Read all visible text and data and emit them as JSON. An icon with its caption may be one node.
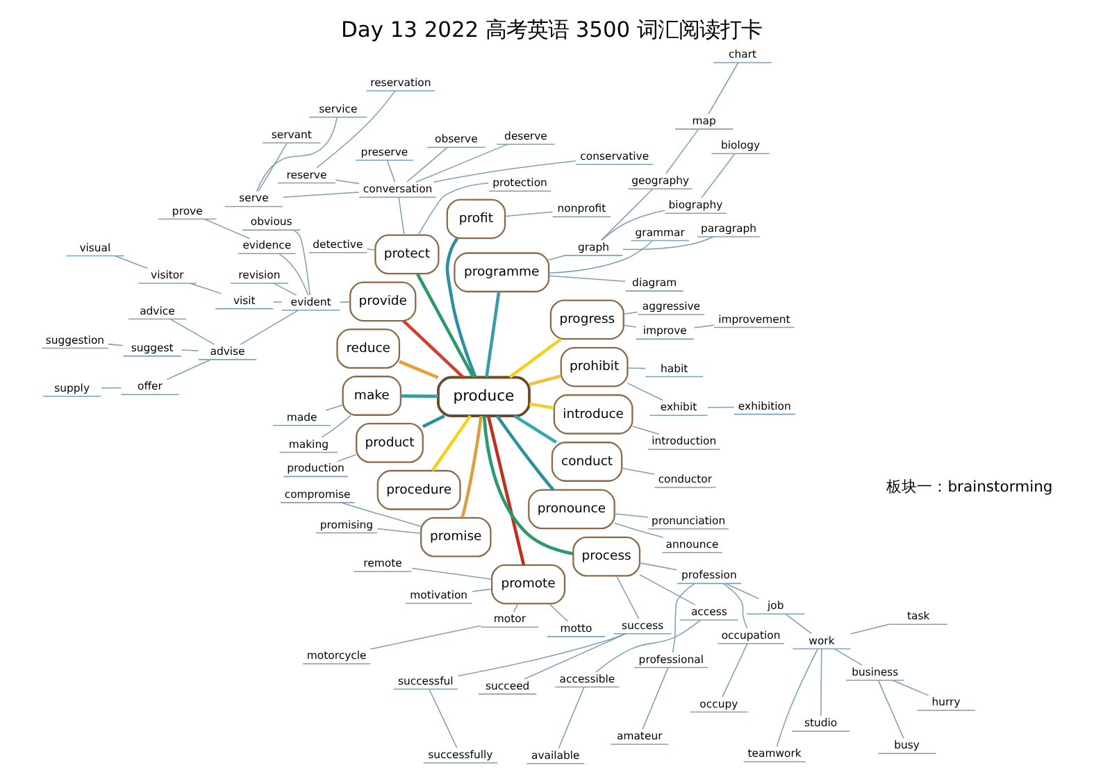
{
  "diagram": {
    "title": "Day 13 2022 高考英语 3500 词汇阅读打卡",
    "nodes": [
      {
        "text": [
          "produce"
        ]
      },
      {
        "text": [
          "prohibit"
        ]
      },
      {
        "text": [
          "exhibit"
        ]
      },
      {
        "text": [
          "exhibition"
        ]
      },
      {
        "text": [
          "habit"
        ]
      },
      {
        "text": [
          "progress"
        ]
      },
      {
        "text": [
          "improve"
        ]
      },
      {
        "text": [
          "improvement"
        ]
      },
      {
        "text": [
          "aggressive"
        ]
      },
      {
        "text": [
          "programme"
        ]
      },
      {
        "text": [
          "diagram"
        ]
      },
      {
        "text": [
          "grammar"
        ]
      },
      {
        "text": [
          "graph"
        ]
      },
      {
        "text": [
          "paragraph"
        ]
      },
      {
        "text": [
          "biography"
        ]
      },
      {
        "text": [
          "biology"
        ]
      },
      {
        "text": [
          "geography"
        ]
      },
      {
        "text": [
          "map"
        ]
      },
      {
        "text": [
          "chart"
        ]
      },
      {
        "text": [
          "profit"
        ]
      },
      {
        "text": [
          "nonprofit"
        ]
      },
      {
        "text": [
          "protect"
        ]
      },
      {
        "text": [
          "protection"
        ]
      },
      {
        "text": [
          "conversation"
        ]
      },
      {
        "text": [
          "conservative"
        ]
      },
      {
        "text": [
          "deserve"
        ]
      },
      {
        "text": [
          "observe"
        ]
      },
      {
        "text": [
          "preserve"
        ]
      },
      {
        "text": [
          "reserve"
        ]
      },
      {
        "text": [
          "reservation"
        ]
      },
      {
        "text": [
          "serve"
        ]
      },
      {
        "text": [
          "service"
        ]
      },
      {
        "text": [
          "servant"
        ]
      },
      {
        "text": [
          "detective"
        ]
      },
      {
        "text": [
          "provide"
        ]
      },
      {
        "text": [
          "evident"
        ]
      },
      {
        "text": [
          "obvious"
        ]
      },
      {
        "text": [
          "evidence"
        ]
      },
      {
        "text": [
          "prove"
        ]
      },
      {
        "text": [
          "revision"
        ]
      },
      {
        "text": [
          "visit"
        ]
      },
      {
        "text": [
          "visitor"
        ]
      },
      {
        "text": [
          "visual"
        ]
      },
      {
        "text": [
          "advise"
        ]
      },
      {
        "text": [
          "advice"
        ]
      },
      {
        "text": [
          "suggest"
        ]
      },
      {
        "text": [
          "suggestion"
        ]
      },
      {
        "text": [
          "offer"
        ]
      },
      {
        "text": [
          "supply"
        ]
      },
      {
        "text": [
          "reduce"
        ]
      },
      {
        "text": [
          "make"
        ]
      },
      {
        "text": [
          "made"
        ]
      },
      {
        "text": [
          "making"
        ]
      },
      {
        "text": [
          "product"
        ]
      },
      {
        "text": [
          "production"
        ]
      },
      {
        "text": [
          "procedure"
        ]
      },
      {
        "text": [
          "promise"
        ]
      },
      {
        "text": [
          "compromise"
        ]
      },
      {
        "text": [
          "promising"
        ]
      },
      {
        "text": [
          "promote"
        ]
      },
      {
        "text": [
          "remote"
        ]
      },
      {
        "text": [
          "motivation"
        ]
      },
      {
        "text": [
          "motor"
        ]
      },
      {
        "text": [
          "motorcycle"
        ]
      },
      {
        "text": [
          "motto"
        ]
      },
      {
        "text": [
          "process"
        ]
      },
      {
        "text": [
          "success"
        ]
      },
      {
        "text": [
          "successful"
        ]
      },
      {
        "text": [
          "successfully"
        ]
      },
      {
        "text": [
          "succeed"
        ]
      },
      {
        "text": [
          "access"
        ]
      },
      {
        "text": [
          "accessible"
        ]
      },
      {
        "text": [
          "available"
        ]
      },
      {
        "text": [
          "profession"
        ]
      },
      {
        "text": [
          "professional"
        ]
      },
      {
        "text": [
          "amateur"
        ]
      },
      {
        "text": [
          "occupation"
        ]
      },
      {
        "text": [
          "occupy"
        ]
      },
      {
        "text": [
          "job"
        ]
      },
      {
        "text": [
          "work"
        ]
      },
      {
        "text": [
          "teamwork"
        ]
      },
      {
        "text": [
          "studio"
        ]
      },
      {
        "text": [
          "business"
        ]
      },
      {
        "text": [
          "busy"
        ]
      },
      {
        "text": [
          "hurry"
        ]
      },
      {
        "text": [
          "task"
        ]
      },
      {
        "text": [
          "pronounce"
        ]
      },
      {
        "text": [
          "announce"
        ]
      },
      {
        "text": [
          "pronunciation"
        ]
      },
      {
        "text": [
          "conduct"
        ]
      },
      {
        "text": [
          "conductor"
        ]
      },
      {
        "text": [
          "introduce"
        ]
      },
      {
        "text": [
          "introduction"
        ]
      }
    ],
    "edges": [
      {
        "from": 0,
        "to": 1,
        "arrow": "none",
        "style": "thick",
        "color": "#f0c040"
      },
      {
        "from": 1,
        "to": 2,
        "arrow": "none"
      },
      {
        "from": 2,
        "to": 3,
        "arrow": "none"
      },
      {
        "from": 1,
        "to": 4,
        "arrow": "none"
      },
      {
        "from": 0,
        "to": 5,
        "arrow": "none",
        "style": "thick",
        "color": "#f5d020"
      },
      {
        "from": 5,
        "to": 6,
        "arrow": "none"
      },
      {
        "from": 6,
        "to": 7,
        "arrow": "none"
      },
      {
        "from": 5,
        "to": 8,
        "arrow": "none"
      },
      {
        "from": 0,
        "to": 9,
        "arrow": "none",
        "style": "thick",
        "color": "#3a9aa8"
      },
      {
        "from": 9,
        "to": 10,
        "arrow": "none"
      },
      {
        "from": 9,
        "to": 11,
        "arrow": "none"
      },
      {
        "from": 9,
        "to": 12,
        "arrow": "none"
      },
      {
        "from": 12,
        "to": 13,
        "arrow": "none"
      },
      {
        "from": 12,
        "to": 14,
        "arrow": "none"
      },
      {
        "from": 14,
        "to": 15,
        "arrow": "none"
      },
      {
        "from": 12,
        "to": 16,
        "arrow": "none"
      },
      {
        "from": 16,
        "to": 17,
        "arrow": "none"
      },
      {
        "from": 17,
        "to": 18,
        "arrow": "none"
      },
      {
        "from": 0,
        "to": 19,
        "arrow": "none",
        "style": "thick",
        "color": "#2e8fa0"
      },
      {
        "from": 19,
        "to": 20,
        "arrow": "none"
      },
      {
        "from": 0,
        "to": 21,
        "arrow": "none",
        "style": "thick",
        "color": "#2a9a6a"
      },
      {
        "from": 21,
        "to": 22,
        "arrow": "none"
      },
      {
        "from": 21,
        "to": 23,
        "arrow": "none"
      },
      {
        "from": 23,
        "to": 24,
        "arrow": "none"
      },
      {
        "from": 23,
        "to": 25,
        "arrow": "none"
      },
      {
        "from": 23,
        "to": 26,
        "arrow": "none"
      },
      {
        "from": 23,
        "to": 27,
        "arrow": "none"
      },
      {
        "from": 23,
        "to": 28,
        "arrow": "none"
      },
      {
        "from": 28,
        "to": 29,
        "arrow": "none"
      },
      {
        "from": 23,
        "to": 30,
        "arrow": "none"
      },
      {
        "from": 30,
        "to": 31,
        "arrow": "none"
      },
      {
        "from": 30,
        "to": 32,
        "arrow": "none"
      },
      {
        "from": 21,
        "to": 33,
        "arrow": "none"
      },
      {
        "from": 0,
        "to": 34,
        "arrow": "none",
        "style": "thick",
        "color": "#d04030"
      },
      {
        "from": 34,
        "to": 35,
        "arrow": "none"
      },
      {
        "from": 35,
        "to": 36,
        "arrow": "none"
      },
      {
        "from": 35,
        "to": 37,
        "arrow": "none"
      },
      {
        "from": 37,
        "to": 38,
        "arrow": "none"
      },
      {
        "from": 35,
        "to": 39,
        "arrow": "none"
      },
      {
        "from": 35,
        "to": 40,
        "arrow": "none"
      },
      {
        "from": 40,
        "to": 41,
        "arrow": "none"
      },
      {
        "from": 41,
        "to": 42,
        "arrow": "none"
      },
      {
        "from": 35,
        "to": 43,
        "arrow": "none"
      },
      {
        "from": 43,
        "to": 44,
        "arrow": "none"
      },
      {
        "from": 43,
        "to": 45,
        "arrow": "none"
      },
      {
        "from": 45,
        "to": 46,
        "arrow": "none"
      },
      {
        "from": 43,
        "to": 47,
        "arrow": "none"
      },
      {
        "from": 47,
        "to": 48,
        "arrow": "none"
      },
      {
        "from": 0,
        "to": 49,
        "arrow": "none",
        "style": "thick",
        "color": "#e8a030"
      },
      {
        "from": 0,
        "to": 50,
        "arrow": "none",
        "style": "thick",
        "color": "#3a9aa8"
      },
      {
        "from": 50,
        "to": 51,
        "arrow": "none"
      },
      {
        "from": 50,
        "to": 52,
        "arrow": "none"
      },
      {
        "from": 0,
        "to": 53,
        "arrow": "none",
        "style": "thick",
        "color": "#2e8fa0"
      },
      {
        "from": 53,
        "to": 54,
        "arrow": "none"
      },
      {
        "from": 0,
        "to": 55,
        "arrow": "none",
        "style": "thick",
        "color": "#f5d020"
      },
      {
        "from": 0,
        "to": 56,
        "arrow": "none",
        "style": "thick",
        "color": "#d8a040"
      },
      {
        "from": 56,
        "to": 57,
        "arrow": "none"
      },
      {
        "from": 56,
        "to": 58,
        "arrow": "none"
      },
      {
        "from": 0,
        "to": 59,
        "arrow": "none",
        "style": "thick",
        "color": "#c03020"
      },
      {
        "from": 59,
        "to": 60,
        "arrow": "none"
      },
      {
        "from": 59,
        "to": 61,
        "arrow": "none"
      },
      {
        "from": 59,
        "to": 62,
        "arrow": "none"
      },
      {
        "from": 62,
        "to": 63,
        "arrow": "none"
      },
      {
        "from": 59,
        "to": 64,
        "arrow": "none"
      },
      {
        "from": 0,
        "to": 65,
        "arrow": "none",
        "style": "thick",
        "color": "#2a9a6a"
      },
      {
        "from": 65,
        "to": 66,
        "arrow": "none"
      },
      {
        "from": 66,
        "to": 67,
        "arrow": "none"
      },
      {
        "from": 67,
        "to": 68,
        "arrow": "none"
      },
      {
        "from": 66,
        "to": 69,
        "arrow": "none"
      },
      {
        "from": 65,
        "to": 70,
        "arrow": "none"
      },
      {
        "from": 70,
        "to": 71,
        "arrow": "none"
      },
      {
        "from": 71,
        "to": 72,
        "arrow": "none"
      },
      {
        "from": 65,
        "to": 73,
        "arrow": "none"
      },
      {
        "from": 73,
        "to": 74,
        "arrow": "none"
      },
      {
        "from": 74,
        "to": 75,
        "arrow": "none"
      },
      {
        "from": 73,
        "to": 76,
        "arrow": "none"
      },
      {
        "from": 76,
        "to": 77,
        "arrow": "none"
      },
      {
        "from": 73,
        "to": 78,
        "arrow": "none"
      },
      {
        "from": 78,
        "to": 79,
        "arrow": "none"
      },
      {
        "from": 79,
        "to": 80,
        "arrow": "none"
      },
      {
        "from": 79,
        "to": 81,
        "arrow": "none"
      },
      {
        "from": 79,
        "to": 82,
        "arrow": "none"
      },
      {
        "from": 82,
        "to": 83,
        "arrow": "none"
      },
      {
        "from": 82,
        "to": 84,
        "arrow": "none"
      },
      {
        "from": 79,
        "to": 85,
        "arrow": "none"
      },
      {
        "from": 0,
        "to": 86,
        "arrow": "none",
        "style": "thick",
        "color": "#2e8fa0"
      },
      {
        "from": 86,
        "to": 87,
        "arrow": "none"
      },
      {
        "from": 86,
        "to": 88,
        "arrow": "none"
      },
      {
        "from": 0,
        "to": 89,
        "arrow": "none",
        "style": "thick",
        "color": "#3aa8b0"
      },
      {
        "from": 89,
        "to": 90,
        "arrow": "none"
      },
      {
        "from": 0,
        "to": 91,
        "arrow": "none",
        "style": "thick",
        "color": "#f0d030"
      },
      {
        "from": 91,
        "to": 92,
        "arrow": "none"
      }
    ],
    "labels": [
      "板块一：brainstorming"
    ]
  }
}
